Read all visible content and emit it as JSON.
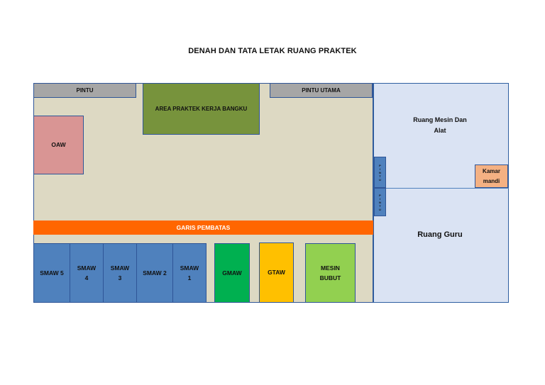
{
  "title": "DENAH DAN TATA LETAK RUANG PRAKTEK",
  "doors": {
    "left": "PINTU",
    "main": "PINTU UTAMA",
    "side_upper": "PINTU",
    "side_lower": "PINTU"
  },
  "areas": {
    "bench": "AREA PRAKTEK KERJA BANGKU",
    "oaw": "OAW",
    "boundary_line": "GARIS PEMBATAS"
  },
  "stations": {
    "smaw5": "SMAW 5",
    "smaw4_line1": "SMAW",
    "smaw4_line2": "4",
    "smaw3_line1": "SMAW",
    "smaw3_line2": "3",
    "smaw2": "SMAW 2",
    "smaw1_line1": "SMAW",
    "smaw1_line2": "1",
    "gmaw": "GMAW",
    "gtaw": "GTAW",
    "bubut_line1": "MESIN",
    "bubut_line2": "BUBUT"
  },
  "rooms": {
    "machine_line1": "Ruang Mesin Dan",
    "machine_line2": "Alat",
    "bathroom_line1": "Kamar",
    "bathroom_line2": "mandi",
    "teacher": "Ruang Guru"
  },
  "colors": {
    "floor": "#ddd9c3",
    "room": "#dae3f3",
    "door": "#a6a6a6",
    "bench": "#77933c",
    "oaw": "#d99594",
    "boundary": "#ff6600",
    "smaw": "#4f81bd",
    "gmaw": "#00b050",
    "gtaw": "#ffc000",
    "bubut": "#92d050",
    "bathroom": "#f4b183"
  }
}
